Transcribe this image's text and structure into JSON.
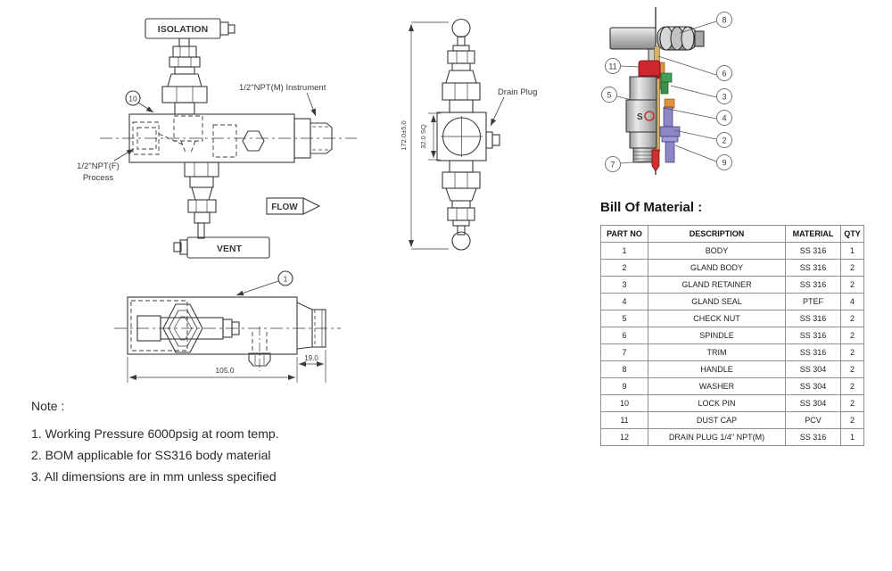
{
  "side_view": {
    "isolation_label": "ISOLATION",
    "vent_label": "VENT",
    "flow_label": "FLOW",
    "instrument_label": "1/2\"NPT(M) Instrument",
    "process_label_line1": "1/2\"NPT(F)",
    "process_label_line2": "Process",
    "callout_10": "10"
  },
  "front_view": {
    "drain_plug_label": "Drain Plug",
    "dim_height": "172.0±5.0",
    "dim_square": "32.0 SQ"
  },
  "cutaway": {
    "callouts": {
      "right": [
        "8",
        "6",
        "3",
        "4",
        "2",
        "9"
      ],
      "left": [
        "11",
        "5",
        "7"
      ]
    },
    "body_marking": "S",
    "colors": {
      "dust_cap_red": "#cf2730",
      "gland_retainer_green": "#41a055",
      "gland_body_purple": "#8d87c6",
      "spindle_tan": "#d4b269",
      "seal_orange": "#e09142",
      "metal_gray": "#c4c4c4"
    }
  },
  "body_view": {
    "callout_1": "1",
    "dim_length": "105.0",
    "dim_end": "19.0"
  },
  "bom": {
    "title": "Bill Of Material :",
    "headers": [
      "PART NO",
      "DESCRIPTION",
      "MATERIAL",
      "QTY"
    ],
    "rows": [
      {
        "part_no": "1",
        "description": "BODY",
        "material": "SS 316",
        "qty": "1"
      },
      {
        "part_no": "2",
        "description": "GLAND BODY",
        "material": "SS 316",
        "qty": "2"
      },
      {
        "part_no": "3",
        "description": "GLAND RETAINER",
        "material": "SS 316",
        "qty": "2"
      },
      {
        "part_no": "4",
        "description": "GLAND SEAL",
        "material": "PTEF",
        "qty": "4"
      },
      {
        "part_no": "5",
        "description": "CHECK NUT",
        "material": "SS 316",
        "qty": "2"
      },
      {
        "part_no": "6",
        "description": "SPINDLE",
        "material": "SS 316",
        "qty": "2"
      },
      {
        "part_no": "7",
        "description": "TRIM",
        "material": "SS 316",
        "qty": "2"
      },
      {
        "part_no": "8",
        "description": "HANDLE",
        "material": "SS 304",
        "qty": "2"
      },
      {
        "part_no": "9",
        "description": "WASHER",
        "material": "SS 304",
        "qty": "2"
      },
      {
        "part_no": "10",
        "description": "LOCK PIN",
        "material": "SS 304",
        "qty": "2"
      },
      {
        "part_no": "11",
        "description": "DUST CAP",
        "material": "PCV",
        "qty": "2"
      },
      {
        "part_no": "12",
        "description": "DRAIN PLUG 1/4\" NPT(M)",
        "material": "SS 316",
        "qty": "1"
      }
    ]
  },
  "notes": {
    "title": "Note :",
    "items": [
      "1. Working Pressure 6000psig at room temp.",
      "2. BOM applicable for SS316 body material",
      "3. All dimensions are in mm unless specified"
    ]
  }
}
